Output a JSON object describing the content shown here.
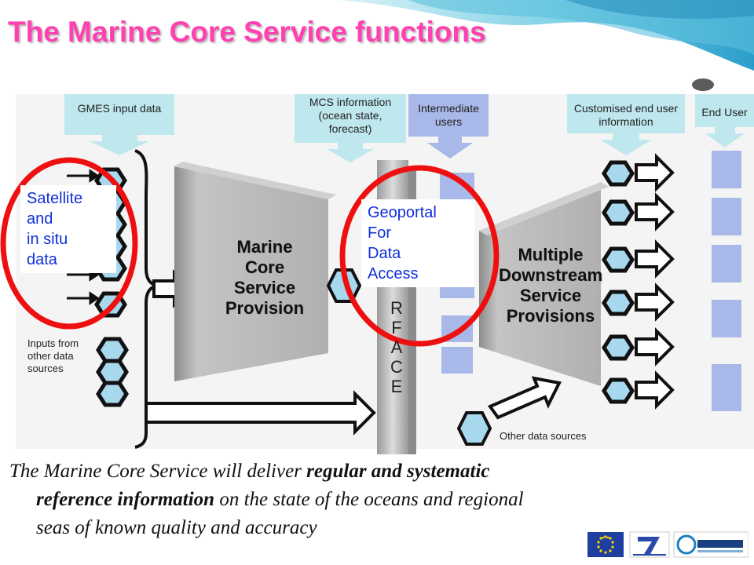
{
  "title": "The Marine Core Service functions",
  "headers": {
    "gmes_input": "GMES input data",
    "mcs_information": "MCS information (ocean state, forecast)",
    "intermediate_users": "Intermediate users",
    "customised_end_user": "Customised end user information",
    "end_user": "End User"
  },
  "labels": {
    "inputs_other": "Inputs from other data sources",
    "other_data_sources": "Other data sources",
    "interface_letters": [
      "R",
      "F",
      "A",
      "C",
      "E"
    ]
  },
  "blocks": {
    "mcs_provision": [
      "Marine",
      "Core",
      "Service",
      "Provision"
    ],
    "downstream": [
      "Multiple",
      "Downstream",
      "Service",
      "Provisions"
    ]
  },
  "callouts": {
    "satellite": [
      "Satellite",
      "and",
      "in situ",
      "data"
    ],
    "geoportal": [
      "Geoportal",
      "For",
      "Data",
      "Access"
    ]
  },
  "caption": {
    "p1": "The Marine Core Service will deliver ",
    "b1": "regular and systematic",
    "b2": "reference information",
    "p2": "  on the state of the oceans and regional",
    "p3": "seas of known quality and accuracy"
  },
  "logos": [
    "eu-flag-logo",
    "fp7-logo",
    "gmes-logo"
  ],
  "colors": {
    "title": "#ff40b0",
    "callout_text": "#1030d8",
    "highlight_ring": "#ee1010",
    "light_cyan": "#bfe8ee",
    "light_blue": "#a8b8e8",
    "grey_block": "#b4b4b4"
  }
}
